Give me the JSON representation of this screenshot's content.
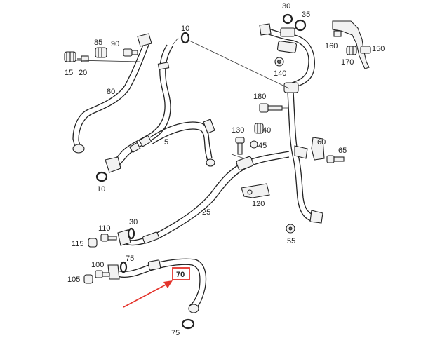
{
  "diagram": {
    "callouts": {
      "c30_top": "30",
      "c35": "35",
      "c10_top": "10",
      "c85": "85",
      "c90": "90",
      "c160": "160",
      "c150": "150",
      "c170": "170",
      "c15": "15",
      "c20": "20",
      "c140": "140",
      "c80": "80",
      "c180": "180",
      "c130": "130",
      "c40": "40",
      "c45": "45",
      "c5": "5",
      "c60": "60",
      "c65": "65",
      "c10_left": "10",
      "c120": "120",
      "c25": "25",
      "c110": "110",
      "c30_mid": "30",
      "c115": "115",
      "c55": "55",
      "c75_top": "75",
      "c100": "100",
      "c70": "70",
      "c105": "105",
      "c75_bottom": "75"
    },
    "highlight": {
      "part": "70",
      "color": "#e4332b"
    }
  }
}
